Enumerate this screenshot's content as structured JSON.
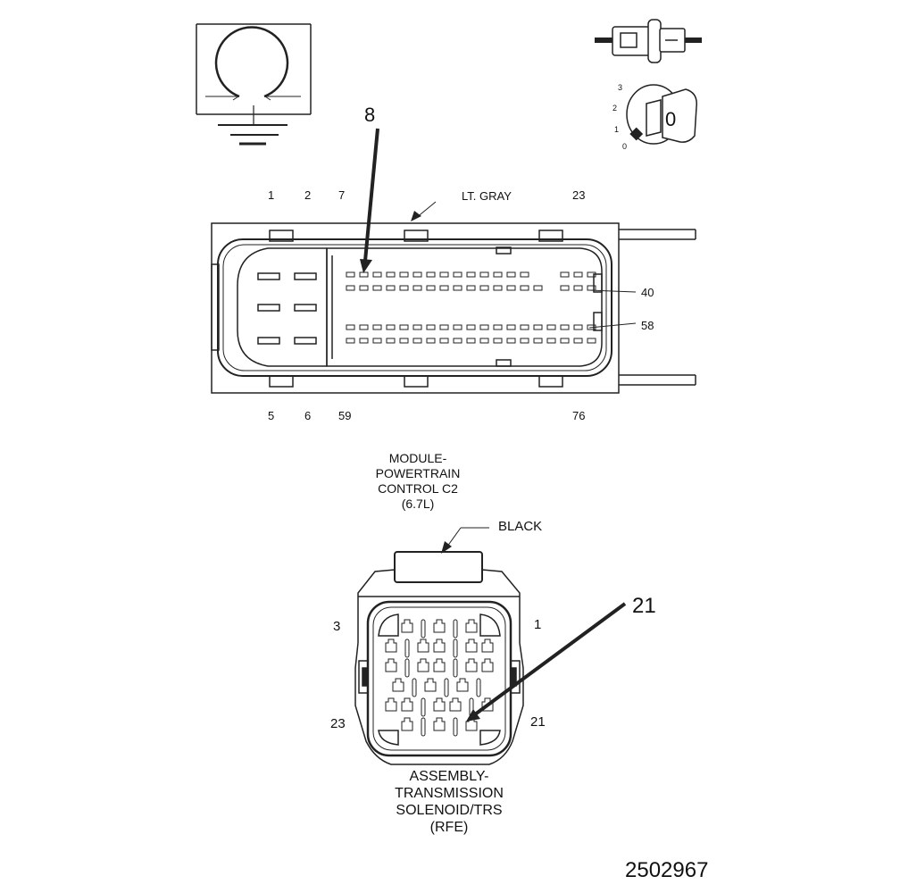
{
  "c2_connector": {
    "color_label": "LT. GRAY",
    "callout_pin": "8",
    "top_pin_labels": [
      "1",
      "2",
      "7",
      "23"
    ],
    "right_pin_labels": [
      "40",
      "58"
    ],
    "bottom_pin_labels": [
      "5",
      "6",
      "59",
      "76"
    ],
    "title_lines": [
      "MODULE-",
      "POWERTRAIN",
      "CONTROL C2",
      "(6.7L)"
    ]
  },
  "solenoid_connector": {
    "color_label": "BLACK",
    "callout_pin": "21",
    "corner_labels": {
      "top_left": "3",
      "top_right": "1",
      "bottom_left": "23",
      "bottom_right": "21"
    },
    "title_lines": [
      "ASSEMBLY-",
      "TRANSMISSION",
      "SOLENOID/TRS",
      "(RFE)"
    ]
  },
  "ignition_switch": {
    "positions": [
      "3",
      "2",
      "1",
      "0"
    ],
    "key_label": "0"
  },
  "figure_number": "2502967"
}
